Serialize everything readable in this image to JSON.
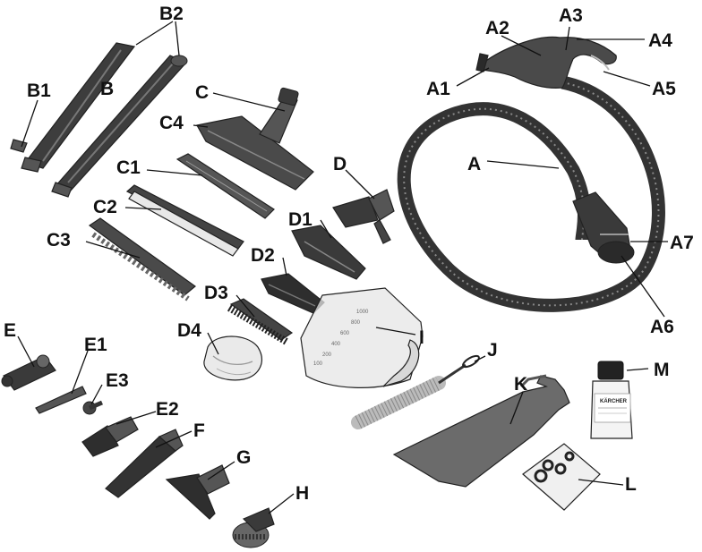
{
  "labels": {
    "A": "A",
    "A1": "A1",
    "A2": "A2",
    "A3": "A3",
    "A4": "A4",
    "A5": "A5",
    "A6": "A6",
    "A7": "A7",
    "B": "B",
    "B1": "B1",
    "B2": "B2",
    "C": "C",
    "C1": "C1",
    "C2": "C2",
    "C3": "C3",
    "C4": "C4",
    "D": "D",
    "D1": "D1",
    "D2": "D2",
    "D3": "D3",
    "D4": "D4",
    "E": "E",
    "E1": "E1",
    "E2": "E2",
    "E3": "E3",
    "F": "F",
    "G": "G",
    "H": "H",
    "I": "I",
    "J": "J",
    "K": "K",
    "L": "L",
    "M": "M"
  },
  "bottle_brand": "KÄRCHER",
  "jug_scale": [
    "1000",
    "800",
    "600",
    "400",
    "200",
    "100"
  ],
  "colors": {
    "ink": "#111111",
    "dark_part": "#3a3a3a",
    "mid_part": "#6b6b6b",
    "light_part": "#d9d9d9"
  }
}
